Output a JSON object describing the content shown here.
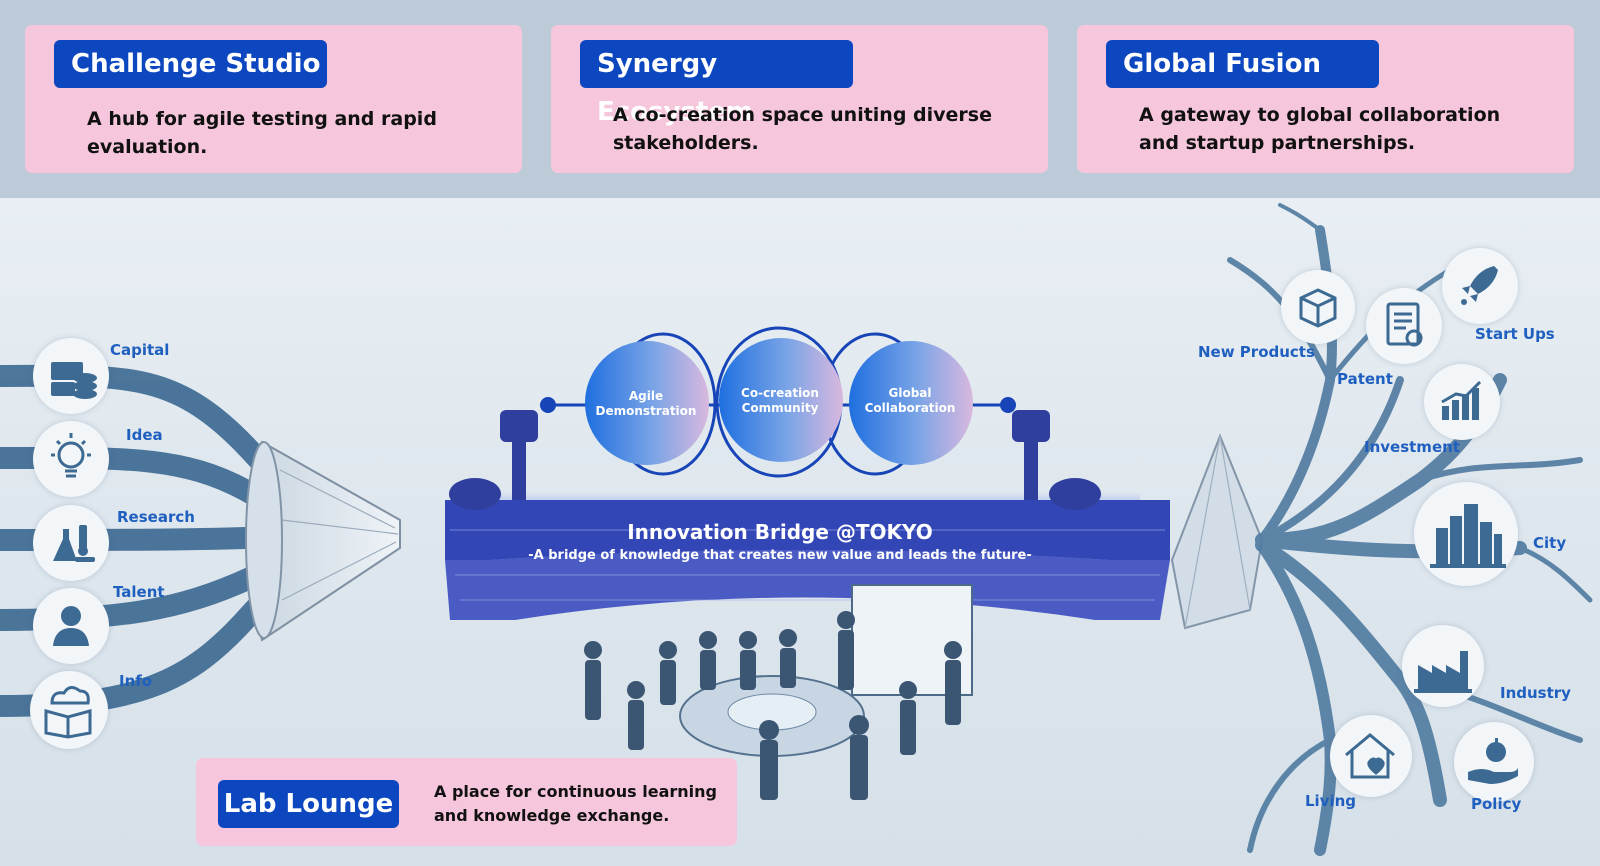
{
  "cards": [
    {
      "title": "Challenge Studio",
      "desc": "A hub for agile testing and rapid evaluation."
    },
    {
      "title": "Synergy Ecosystem",
      "desc": "A co-creation space uniting diverse stakeholders."
    },
    {
      "title": "Global Fusion",
      "desc": "A gateway to global collaboration and startup partnerships."
    }
  ],
  "lounge": {
    "title": "Lab Lounge",
    "desc": "A place for continuous learning and knowledge exchange."
  },
  "inputs": [
    "Capital",
    "Idea",
    "Research",
    "Talent",
    "Info"
  ],
  "circles": [
    "Agile Demonstration",
    "Co-creation Community",
    "Global Collaboration"
  ],
  "bridge": {
    "title": "Innovation Bridge @TOKYO",
    "subtitle": "-A bridge of knowledge that creates new value and leads the future-"
  },
  "outputs": [
    "New Products",
    "Patent",
    "Start Ups",
    "Investment",
    "City",
    "Industry",
    "Living",
    "Policy"
  ],
  "colors": {
    "accent": "#0d47c0",
    "card": "#f6c6dc",
    "label": "#1f5fbf",
    "stream": "#3d6a92"
  }
}
